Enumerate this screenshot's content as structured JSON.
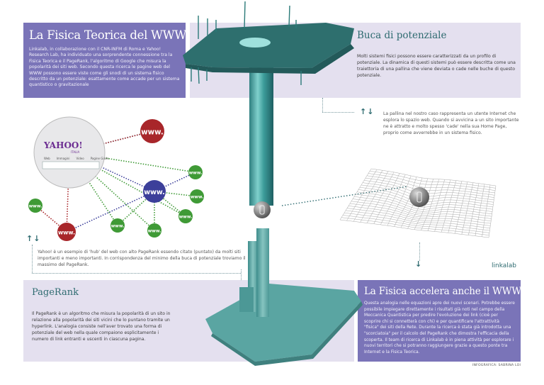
{
  "panels": {
    "intro": {
      "title": "La Fisica Teorica del WWW",
      "body": "Linkalab, in collaborazione con il CNR-INFM di Roma e Yahoo! Research Lab, ha individuato una sorprendente connessione tra la Fisica Teorica e il PageRank, l'algoritmo di Google che misura la popolarità dei siti web. Secondo questa ricerca le pagine web del WWW possono essere viste come gli snodi di un sistema fisico descritto da un potenziale: esattamente come accade per un sistema quantistico o gravitazionale"
    },
    "potential_well": {
      "title": "Buca di potenziale",
      "body": "Molti sistemi fisici possono essere caratterizzati da un profilo di potenziale. La dinamica di questi sistemi può essere descritta come una traiettoria di una pallina che viene deviata o cade nelle buche di questo potenziale."
    },
    "pagerank": {
      "title": "PageRank",
      "body": "Il PageRank è un algoritmo che misura la popolarità di un sito in relazione alla popolarità dei siti vicini che lo puntano tramite un hyperlink. L'analogia consiste nell'aver trovato una forma di potenziale del web nella quale compaiono esplicitamente i numero di link entranti e uscenti in ciascuna pagina."
    },
    "accelerates": {
      "title": "La Fisica accelera anche il WWW",
      "body": "Questa analogia nelle equazioni apre dei nuovi scenari. Potrebbe essere possibile impiegare direttamente i risultati già noti nel campo della Meccanica Quantistica per predire l'evoluzione dei link (cioè per scoprire chi si connetterà con chi) e per quantificare l'attrattività \"fisica\" dei siti della Rete. Durante la ricerca è stata già introdotta una \"scorciatoia\" per il calcolo del PageRank che dimostra l'efficacia della scoperta. Il team di ricerca di Linkalab è in piena attività per esplorare i nuovi territori che si potranno raggiungere grazie a questo ponte tra Internet e la Fisica Teorica."
    }
  },
  "notes": {
    "ball_note": "La pallina nel nostro caso rappresenta un utente Internet che esplora lo spazio web. Quando si avvicina a un sito importante ne è attratto e molto spesso 'cade' nella sua Home Page, proprio come avverrebbe in un sistema fisico.",
    "hub_note": "Yahoo! è un esempio di 'hub' del web con alto PageRank essendo citato (puntato) da molti siti importanti e meno importanti. In corrispondenza del minimo della buca di potenziale troviamo il massimo del PageRank.",
    "arrows_symbol": "↑↓",
    "down_arrow": "↓"
  },
  "network": {
    "hub_label": "YAHOO!",
    "hub_sublabel": "ITALIA",
    "hub_tabs": [
      "Web",
      "Immagini",
      "Video",
      "Pagine Gialle"
    ],
    "node_label": "www.",
    "colors": {
      "red": "#a8262a",
      "green": "#3f9a36",
      "blue": "#3c3f9a",
      "hub": "#e8e8ea"
    }
  },
  "logo": "linkalab",
  "credit": "INFOGRAFICA: SABRINA LOI",
  "colors": {
    "purple": "#7a74b8",
    "lilac": "#e4e0ef",
    "teal": "#2e6b70",
    "surface": "#4f9a98"
  }
}
